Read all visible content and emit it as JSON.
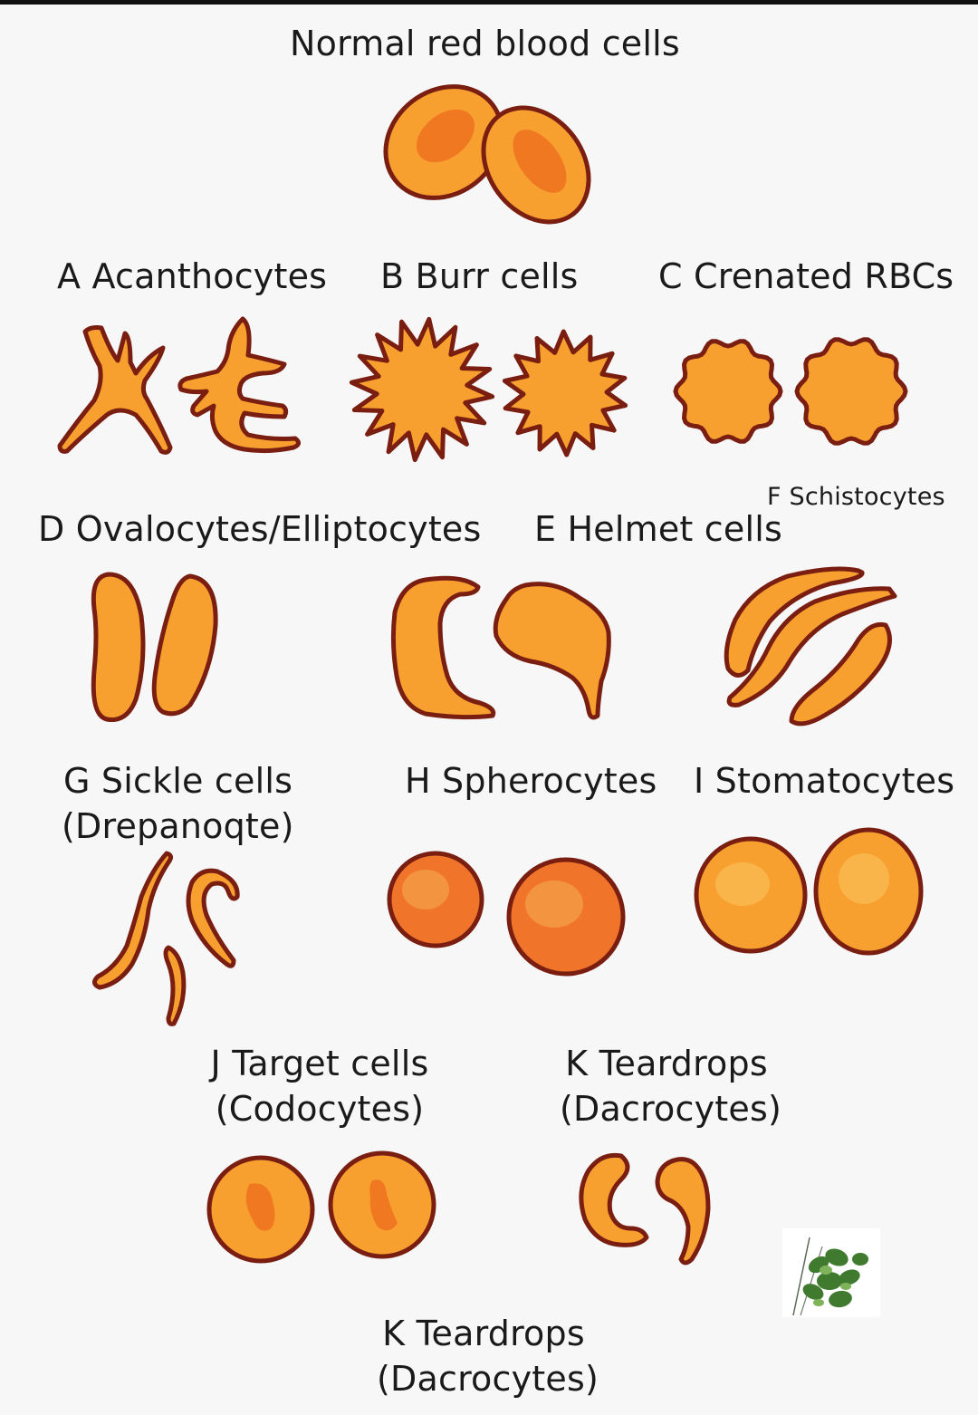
{
  "title": "Normal red blood cells",
  "labels": {
    "a": "A Acanthocytes",
    "b": "B Burr cells",
    "c": "C Crenated RBCs",
    "d": "D Ovalocytes/Elliptocytes",
    "e": "E Helmet cells",
    "f": "F Schistocytes",
    "g_line1": "G Sickle cells",
    "g_line2": "(Drepanoqte)",
    "h": "H Spherocytes",
    "i": "I Stomatocytes",
    "j_line1": "J  Target cells",
    "j_line2": "(Codocytes)",
    "k1_line1": "K Teardrops",
    "k1_line2": "(Dacrocytes)",
    "k2_line1": "K Teardrops",
    "k2_line2": "(Dacrocytes)"
  },
  "colors": {
    "cell_fill": "#f7a030",
    "cell_outline": "#7a1e12",
    "cell_center": "#f07820",
    "sphero_fill": "#f0752a",
    "background": "#f7f7f7"
  },
  "icons": {
    "watermark": "plant-thumbnail-icon"
  }
}
